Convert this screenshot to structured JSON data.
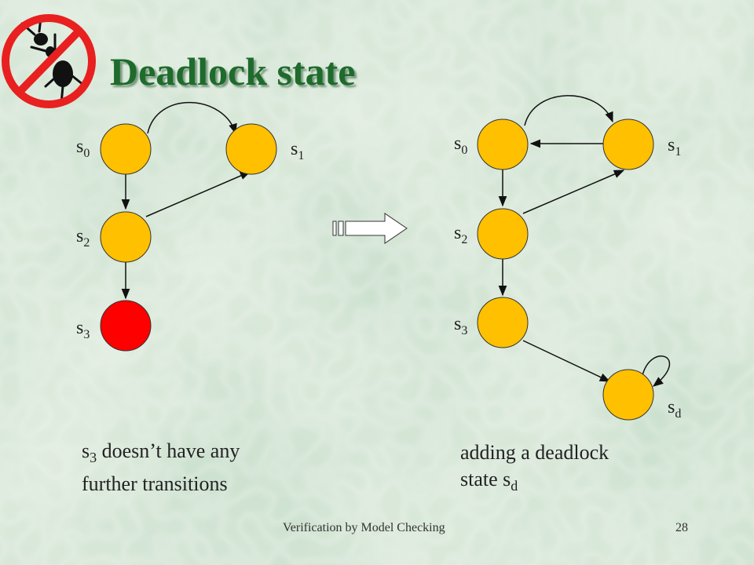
{
  "slide": {
    "title": "Deadlock state",
    "footer_text": "Verification by Model Checking",
    "page_number": "28"
  },
  "left_diagram": {
    "states": [
      {
        "letter": "s",
        "index": "0",
        "color": "#ffc000"
      },
      {
        "letter": "s",
        "index": "1",
        "color": "#ffc000"
      },
      {
        "letter": "s",
        "index": "2",
        "color": "#ffc000"
      },
      {
        "letter": "s",
        "index": "3",
        "color": "#ff0000"
      }
    ],
    "caption_line1_letter": "s",
    "caption_line1_index": "3",
    "caption_line1_rest": " doesn’t have any",
    "caption_line2": "further transitions"
  },
  "right_diagram": {
    "states": [
      {
        "letter": "s",
        "index": "0",
        "color": "#ffc000"
      },
      {
        "letter": "s",
        "index": "1",
        "color": "#ffc000"
      },
      {
        "letter": "s",
        "index": "2",
        "color": "#ffc000"
      },
      {
        "letter": "s",
        "index": "3",
        "color": "#ffc000"
      },
      {
        "letter": "s",
        "index": "d",
        "color": "#ffc000"
      }
    ],
    "caption_line1": "adding a deadlock",
    "caption_line2_prefix": "state s",
    "caption_line2_index": "d"
  },
  "icons": {
    "logo": "no-bug-icon",
    "arrow": "right-arrow-icon"
  },
  "colors": {
    "background": "#a9d3b0",
    "title": "#1e6b2b",
    "state_normal": "#ffc000",
    "state_deadlock": "#ff0000",
    "prohibition": "#e82020"
  }
}
